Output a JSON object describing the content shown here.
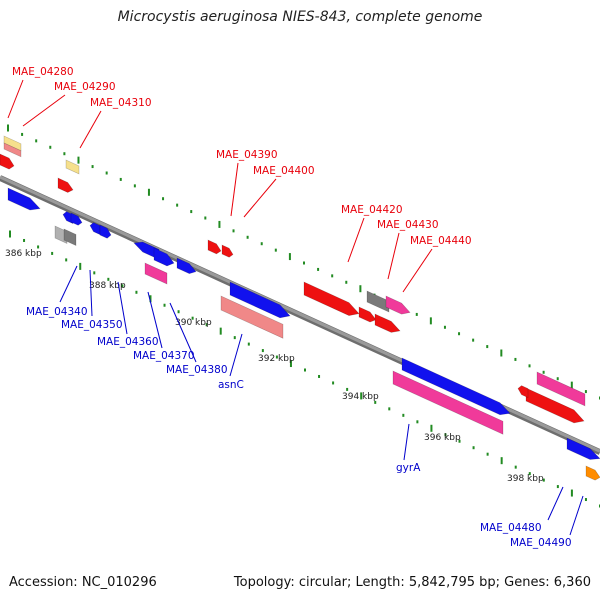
{
  "title": "Microcystis aeruginosa NIES-843, complete genome",
  "footer": {
    "accession": "Accession: NC_010296",
    "summary": "Topology: circular; Length: 5,842,795 bp; Genes: 6,360"
  },
  "colors": {
    "red": "#ee1111",
    "pink": "#f03a9a",
    "salmon": "#f08888",
    "blue": "#1111ee",
    "yellow": "#f6e08c",
    "gray": "#7a7a7a",
    "orange": "#ff8c00",
    "tick": "#228b22",
    "backbone": "#8c8c8c",
    "top_label": "#e8000b",
    "bottom_label": "#0000cc"
  },
  "axis_ticks": [
    {
      "label": "386 kbp"
    },
    {
      "label": "388 kbp"
    },
    {
      "label": "390 kbp"
    },
    {
      "label": "392 kbp"
    },
    {
      "label": "394 kbp"
    },
    {
      "label": "396 kbp"
    },
    {
      "label": "398 kbp"
    }
  ],
  "top_labels": [
    {
      "text": "MAE_04280"
    },
    {
      "text": "MAE_04290"
    },
    {
      "text": "MAE_04310"
    },
    {
      "text": "MAE_04390"
    },
    {
      "text": "MAE_04400"
    },
    {
      "text": "MAE_04420"
    },
    {
      "text": "MAE_04430"
    },
    {
      "text": "MAE_04440"
    }
  ],
  "bottom_labels": [
    {
      "text": "MAE_04340"
    },
    {
      "text": "MAE_04350"
    },
    {
      "text": "MAE_04360"
    },
    {
      "text": "MAE_04370"
    },
    {
      "text": "MAE_04380"
    },
    {
      "text": "asnC"
    },
    {
      "text": "gyrA"
    },
    {
      "text": "MAE_04480"
    },
    {
      "text": "MAE_04490"
    }
  ]
}
